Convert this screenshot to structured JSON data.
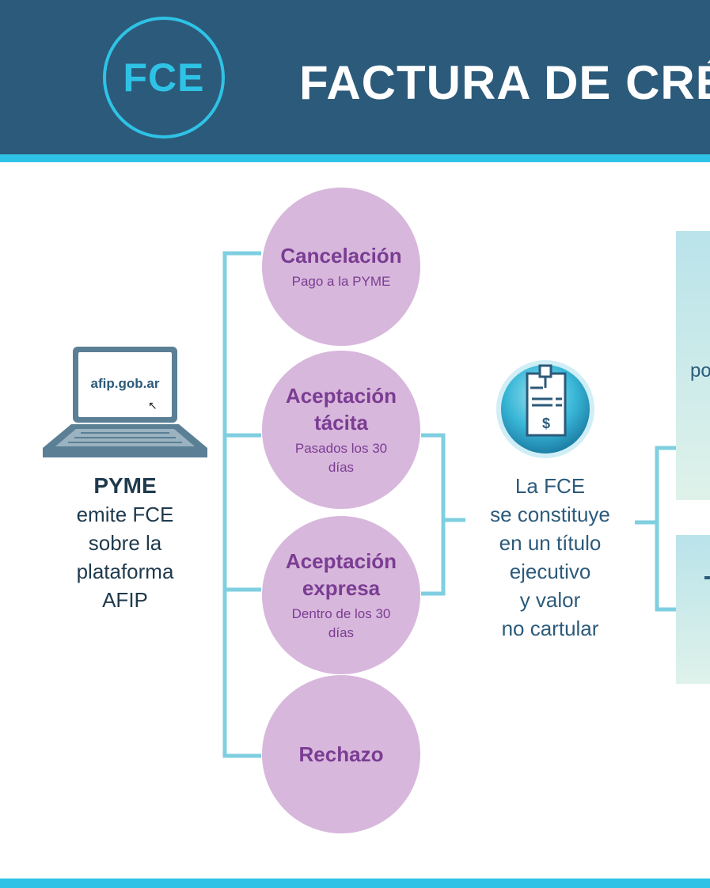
{
  "header": {
    "logo": "FCE",
    "title": "FACTURA DE CRÉ"
  },
  "laptop": {
    "url": "afip.gob.ar"
  },
  "pyme": {
    "name": "PYME",
    "lines": [
      "emite FCE",
      "sobre la",
      "plataforma",
      "AFIP"
    ]
  },
  "options": [
    {
      "title": "Cancelación",
      "subtitle": "Pago a la PYME"
    },
    {
      "title": "Aceptación tácita",
      "subtitle": "Pasados los 30 días"
    },
    {
      "title": "Aceptación expresa",
      "subtitle": "Dentro de los 30 días"
    },
    {
      "title": "Rechazo",
      "subtitle": ""
    }
  ],
  "result": {
    "lines": [
      "La FCE",
      "se constituye",
      "en un título",
      "ejecutivo",
      "y valor",
      "no cartular"
    ],
    "icon": "invoice-document-icon"
  },
  "right_panel": {
    "partial_text": "po"
  },
  "colors": {
    "header": "#2c5a7a",
    "accent": "#2ec3e6",
    "circle": "#d8b7dc",
    "circle_text": "#7a3d92",
    "connector": "#7fcfe0"
  }
}
